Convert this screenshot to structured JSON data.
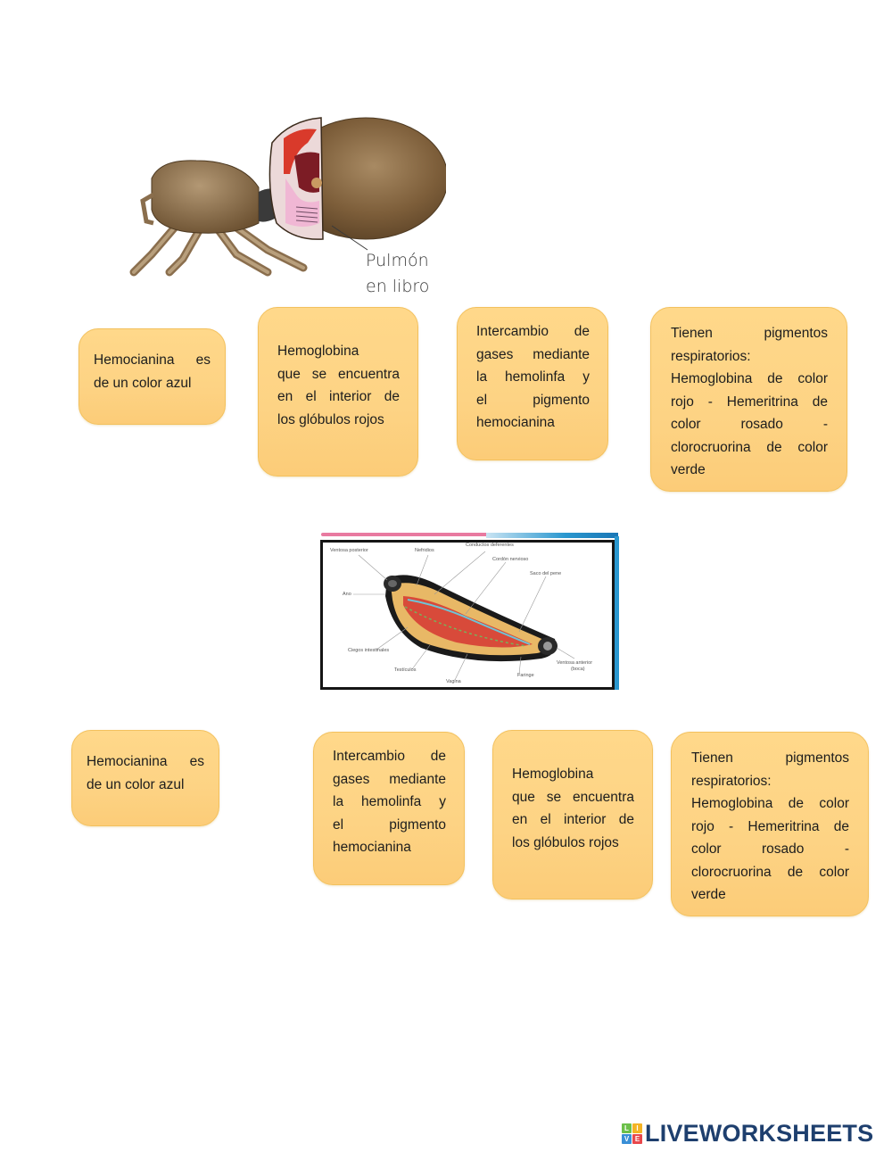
{
  "spider_figure": {
    "label_line1": "Pulmón",
    "label_line2": "en libro"
  },
  "top_row_boxes": [
    {
      "lines": [
        "Hemocianina es",
        "de un color azul"
      ]
    },
    {
      "lines": [
        "Hemoglobina",
        "que se encuentra",
        "en el interior de",
        "los glóbulos rojos"
      ]
    },
    {
      "lines": [
        "Intercambio de",
        "gases mediante",
        "la hemolinfa y",
        "el pigmento",
        "hemocianina"
      ]
    },
    {
      "lines": [
        "Tienen pigmentos",
        "respiratorios:",
        "Hemoglobina de color",
        "rojo - Hemeritrina de",
        "color rosado -",
        "clorocruorina de color",
        "verde"
      ]
    }
  ],
  "leech_figure": {
    "labels": {
      "ventosa_posterior": "Ventosa posterior",
      "nefridios": "Nefridios",
      "conductos_deferentes": "Conductos deferentes",
      "cordon_nervioso": "Cordón nervioso",
      "saco_del_pene": "Saco del pene",
      "ano": "Ano",
      "ciegos_intestinales": "Ciegos intestinales",
      "testiculos": "Testículos",
      "vagina": "Vagina",
      "faringe": "Faringe",
      "ventosa_anterior": "Ventosa anterior",
      "ventosa_anterior_sub": "(boca)"
    }
  },
  "bottom_row_boxes": [
    {
      "lines": [
        "Hemocianina es",
        "de un color azul"
      ]
    },
    {
      "lines": [
        "Intercambio de",
        "gases mediante",
        "la hemolinfa y",
        "el pigmento",
        "hemocianina"
      ]
    },
    {
      "lines": [
        "Hemoglobina",
        "que se encuentra",
        "en el interior de",
        "los glóbulos rojos"
      ]
    },
    {
      "lines": [
        "Tienen pigmentos",
        "respiratorios:",
        "Hemoglobina de color",
        "rojo - Hemeritrina de",
        "color rosado -",
        "clorocruorina de color",
        "verde"
      ]
    }
  ],
  "logo": {
    "icon_letters": [
      "L",
      "I",
      "V",
      "E"
    ],
    "icon_colors": [
      "#6cc04a",
      "#f4b324",
      "#3a8fd6",
      "#e8484c"
    ],
    "text": "LIVEWORKSHEETS",
    "text_color": "#1e3f6e"
  }
}
